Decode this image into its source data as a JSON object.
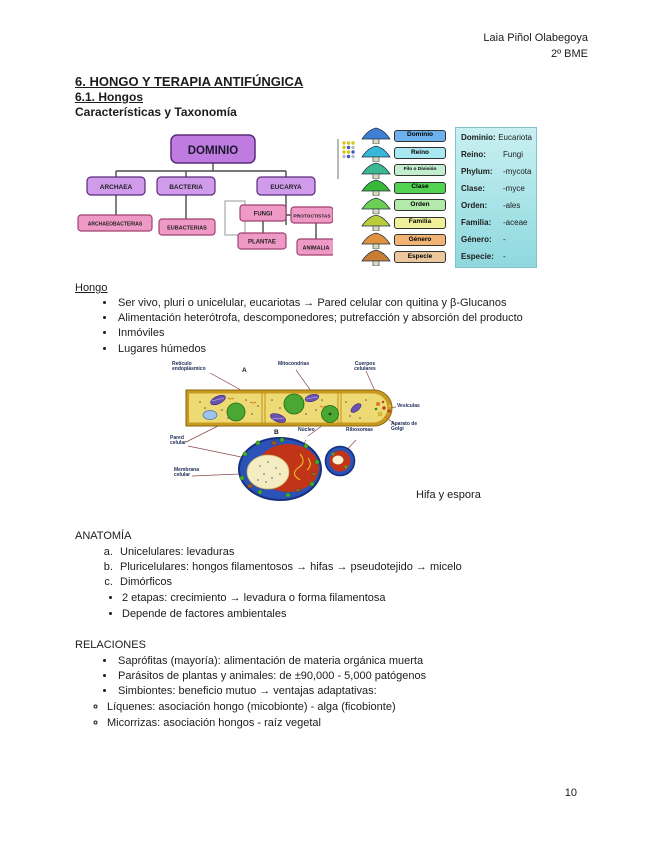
{
  "header": {
    "author": "Laia Piñol Olabegoya",
    "course": "2º BME"
  },
  "title": "6. HONGO Y TERAPIA ANTIFÚNGICA",
  "subtitle": "6.1. Hongos",
  "subheading": "Características y Taxonomía",
  "taxonomy_tree": {
    "root": "DOMINIO",
    "domains": [
      "ARCHAEA",
      "BACTERIA",
      "EUCARYA"
    ],
    "kingdoms": [
      "ARCHAEOBACTERIAS",
      "EUBACTERIAS",
      "FUNGI",
      "PLANTAE",
      "PROTOCTISTAS",
      "ANIMALIA"
    ],
    "colors": {
      "root": "#bf7bdf",
      "domain": "#cf9bea",
      "kingdom": "#ef9ac6",
      "line": "#4a4a4a"
    }
  },
  "pyramid": {
    "levels": [
      {
        "label": "Dominio",
        "box_color": "#6db2ef",
        "cap_color": "#3f7fd4"
      },
      {
        "label": "Reino",
        "box_color": "#a8e8f0",
        "cap_color": "#38b8d8"
      },
      {
        "label": "Filo o División",
        "box_color": "#c2eecf",
        "cap_color": "#3cb890"
      },
      {
        "label": "Clase",
        "box_color": "#52d452",
        "cap_color": "#38b838"
      },
      {
        "label": "Orden",
        "box_color": "#b2eaaa",
        "cap_color": "#6cce54"
      },
      {
        "label": "Familia",
        "box_color": "#f0f09a",
        "cap_color": "#b8cc3c"
      },
      {
        "label": "Género",
        "box_color": "#f0b474",
        "cap_color": "#e0923c"
      },
      {
        "label": "Especie",
        "box_color": "#ecc79e",
        "cap_color": "#c87c34"
      }
    ]
  },
  "taxonomy_table": {
    "rows": [
      {
        "label": "Dominio:",
        "value": "Eucariota"
      },
      {
        "label": "Reino:",
        "value": "Fungi"
      },
      {
        "label": "Phylum:",
        "value": "-mycota"
      },
      {
        "label": "Clase:",
        "value": "-myce"
      },
      {
        "label": "Orden:",
        "value": "-ales"
      },
      {
        "label": "Familia:",
        "value": "-aceae"
      },
      {
        "label": "Género:",
        "value": "-"
      },
      {
        "label": "Especie:",
        "value": "-"
      }
    ]
  },
  "hongo": {
    "heading": "Hongo",
    "bullets": [
      "Ser vivo, pluri o unicelular, eucariotas → Pared celular con quitina y β-Glucanos",
      "Alimentación heterótrofa, descomponedores; putrefacción y absorción del producto",
      "Inmóviles",
      "Lugares húmedos"
    ]
  },
  "figure": {
    "caption": "Hifa y espora",
    "marker_a": "A",
    "marker_b": "B",
    "labels": {
      "reticulo": "Retículo endoplásmico",
      "mitocondrias": "Mitocondrias",
      "cuerpos": "Cuerpos celulares",
      "vesiculas": "Vesículas",
      "golgi": "Aparato de Golgi",
      "pared": "Pared celular",
      "membrana": "Membrana celular",
      "nucleo": "Núcleo",
      "ribosomas": "Ribosomas"
    }
  },
  "anatomia": {
    "heading": "ANATOMÍA",
    "items": [
      "Unicelulares: levaduras",
      "Pluricelulares: hongos filamentosos → hifas → pseudotejido → micelo",
      "Dimórficos"
    ],
    "sub_bullets": [
      "2 etapas: crecimiento → levadura o forma filamentosa",
      "Depende de factores ambientales"
    ]
  },
  "relaciones": {
    "heading": "RELACIONES",
    "bullets": [
      "Saprófitas (mayoría): alimentación de materia orgánica muerta",
      "Parásitos de plantas y animales: de ±90,000 - 5,000 patógenos",
      "Simbiontes: beneficio mutuo → ventajas adaptativas:"
    ],
    "sub_bullets": [
      "Líquenes: asociación hongo (micobionte) - alga (ficobionte)",
      "Micorrizas: asociación hongos - raíz vegetal"
    ]
  },
  "page_number": "10"
}
